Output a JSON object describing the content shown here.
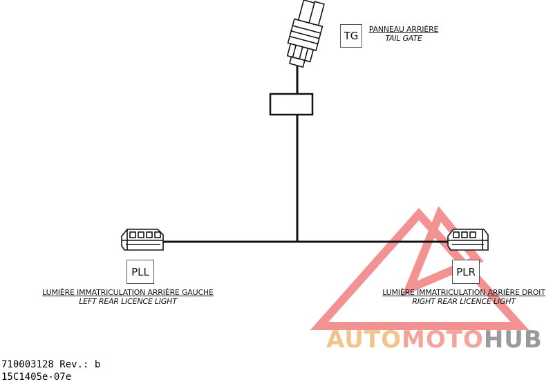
{
  "components": {
    "tg": {
      "code": "TG",
      "label_fr": "PANNEAU ARRIÈRE",
      "label_en": "TAIL GATE"
    },
    "pll": {
      "code": "PLL",
      "label_fr": "LUMIÈRE IMMATRICULATION ARRIÈRE GAUCHE",
      "label_en": "LEFT REAR LICENCE LIGHT"
    },
    "plr": {
      "code": "PLR",
      "label_fr": "LUMIÈRE IMMATRICULATION ARRIÈRE DROIT",
      "label_en": "RIGHT REAR LICENCE LIGHT"
    }
  },
  "reference": {
    "part_number": "710003128 Rev.: b",
    "drawing_id": "15C1405e-07e"
  },
  "watermark": {
    "brand_auto": "AUTO",
    "brand_moto": "MOTO",
    "brand_hub": "HUB",
    "color_auto": "#f2c38a",
    "color_moto": "#f4a49a",
    "color_hub": "#9a9a9a",
    "logo_color": "#f08080"
  }
}
